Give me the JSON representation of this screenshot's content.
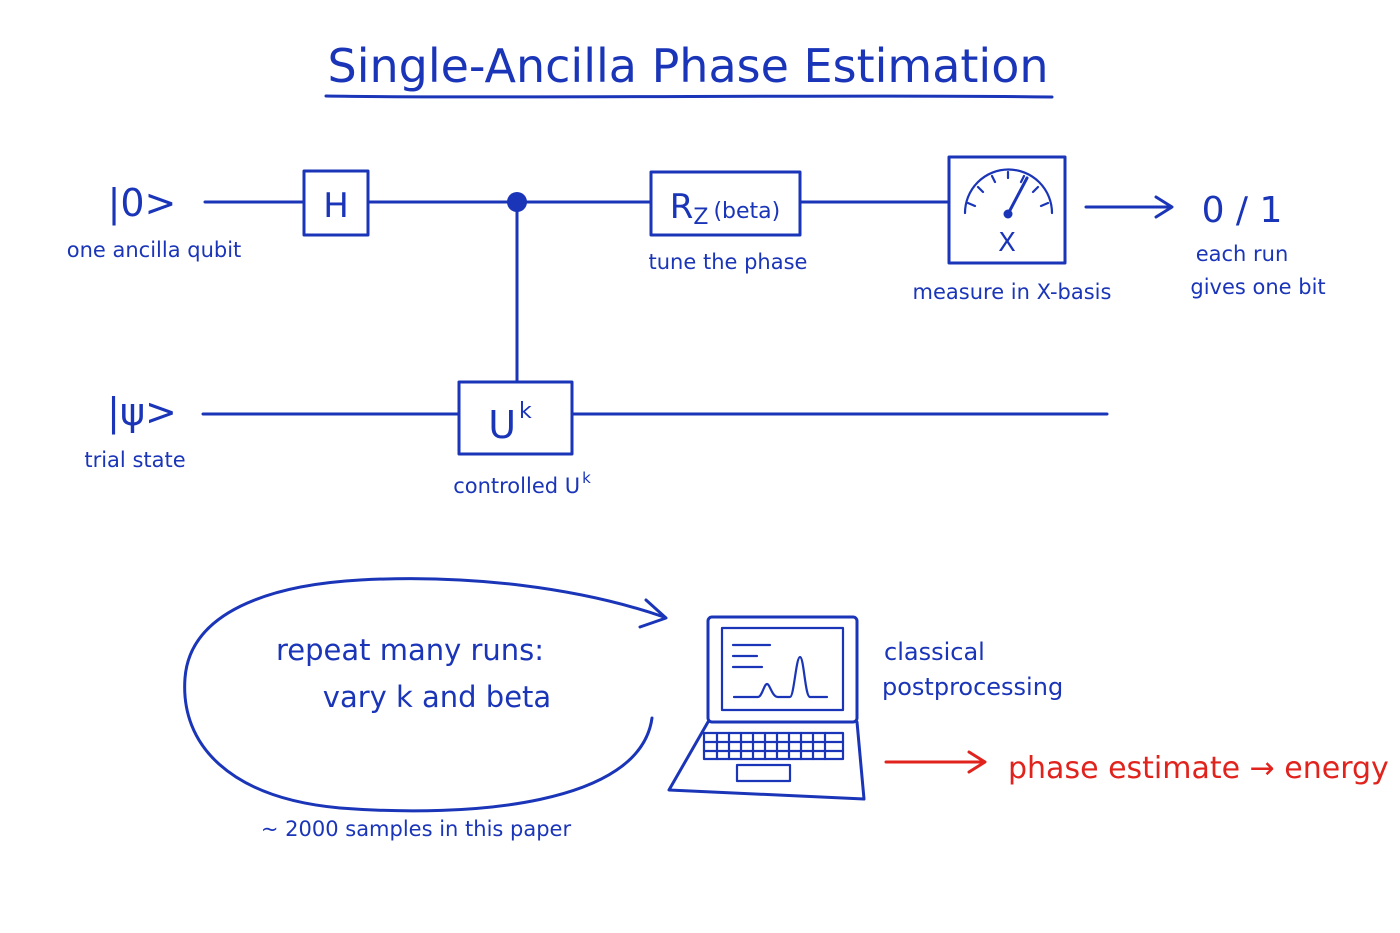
{
  "title": "Single-Ancilla Phase Estimation",
  "colors": {
    "ink": "#1a35b8",
    "highlight": "#e0231d"
  },
  "circuit": {
    "ancilla": {
      "state": "|0>",
      "caption": "one ancilla qubit"
    },
    "trial": {
      "state": "|ψ>",
      "caption": "trial state"
    },
    "hadamard": {
      "label": "H"
    },
    "controlled_u": {
      "base": "U",
      "exp": "k",
      "caption_base": "controlled U",
      "caption_exp": "k"
    },
    "rotation": {
      "base": "R",
      "sub": "Z",
      "arg": "(beta)",
      "caption": "tune the phase"
    },
    "measurement": {
      "basis": "X",
      "caption": "measure in X-basis",
      "icon": "meter-icon"
    },
    "output": {
      "value": "0 / 1",
      "caption_line1": "each run",
      "caption_line2": "gives one bit"
    }
  },
  "loop": {
    "line1": "repeat many runs:",
    "line2": "vary k and beta",
    "note": "~ 2000 samples in this paper"
  },
  "computer": {
    "icon": "laptop-icon",
    "caption_line1": "classical",
    "caption_line2": "postprocessing"
  },
  "result": {
    "text": "phase estimate → energy"
  }
}
